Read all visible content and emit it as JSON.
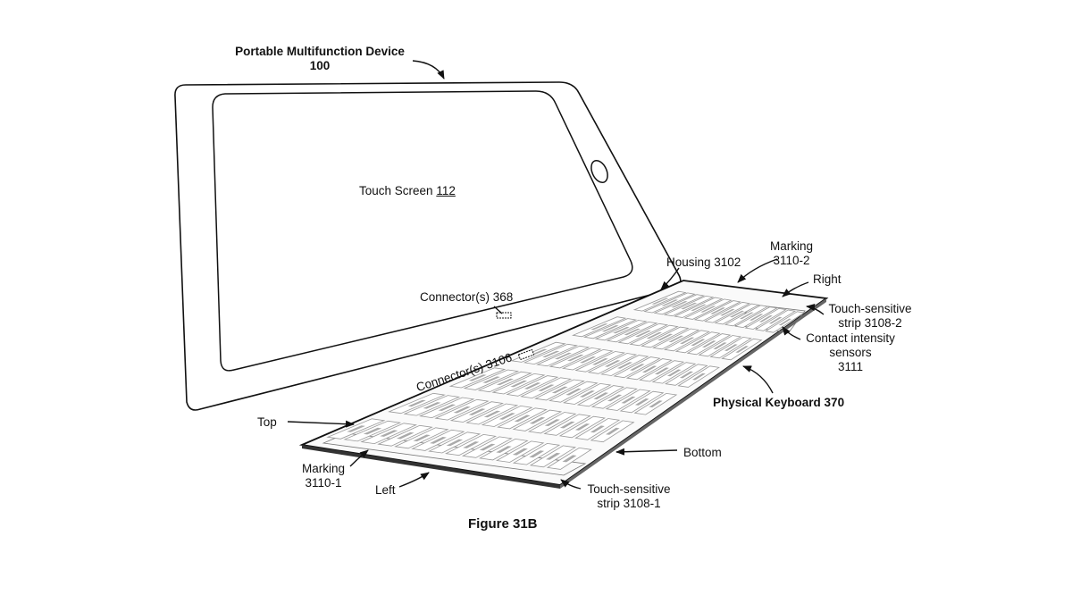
{
  "device": {
    "title_line1": "Portable Multifunction Device",
    "title_line2": "100"
  },
  "touch_screen": {
    "label": "Touch Screen",
    "number": "112"
  },
  "connector_368": "Connector(s) 368",
  "connector_3106": "Connector(s) 3106",
  "housing": "Housing 3102",
  "marking_2": {
    "line1": "Marking",
    "line2": "3110-2"
  },
  "right": "Right",
  "strip_2": {
    "line1": "Touch-sensitive",
    "line2": "strip 3108-2"
  },
  "sensors": {
    "line1": "Contact intensity",
    "line2": "sensors",
    "line3": "3111"
  },
  "keyboard": "Physical Keyboard 370",
  "top": "Top",
  "bottom": "Bottom",
  "marking_1": {
    "line1": "Marking",
    "line2": "3110-1"
  },
  "left": "Left",
  "strip_1": {
    "line1": "Touch-sensitive",
    "line2": "strip 3108-1"
  },
  "caption": "Figure 31B"
}
